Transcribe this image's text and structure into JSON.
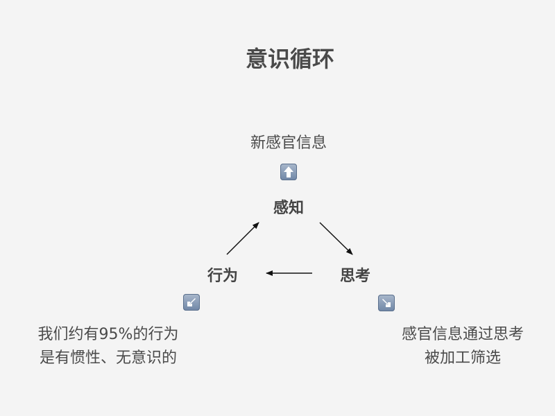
{
  "title": "意识循环",
  "top_label": "新感官信息",
  "nodes": {
    "perception": "感知",
    "thinking": "思考",
    "action": "行为"
  },
  "left_note": {
    "line1": "我们约有95%的行为",
    "line2": "是有惯性、无意识的"
  },
  "right_note": {
    "line1": "感官信息通过思考",
    "line2": "被加工筛选"
  },
  "icons": {
    "top": "up-arrow-icon",
    "left": "down-left-arrow-icon",
    "right": "down-right-arrow-icon"
  },
  "colors": {
    "background": "#f4f4f4",
    "text": "#444444",
    "emoji_box": "#8a9ab4"
  }
}
